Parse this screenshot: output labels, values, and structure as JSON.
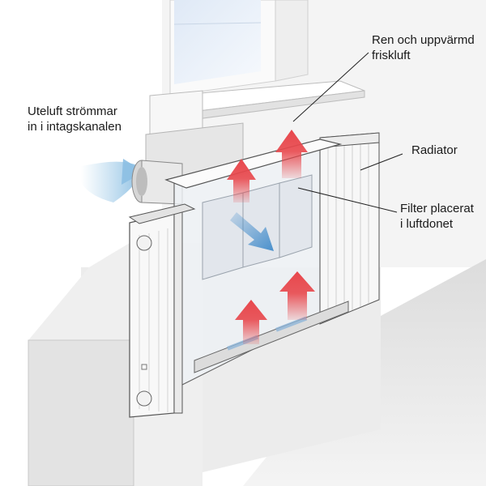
{
  "labels": {
    "outdoor_air": [
      "Uteluft strömmar",
      "in i intagskanalen"
    ],
    "clean_air": [
      "Ren och uppvärmd",
      "friskluft"
    ],
    "radiator": [
      "Radiator"
    ],
    "filter": [
      "Filter placerat",
      "i luftdonet"
    ]
  },
  "colors": {
    "warm_arrow": "#e8474c",
    "cool_arrow": "#4a90cc",
    "outdoor_flow": "#9fcbe8",
    "wall": "#e9e9e9",
    "radiator_body": "#f6f6f6",
    "outline": "#444444"
  }
}
